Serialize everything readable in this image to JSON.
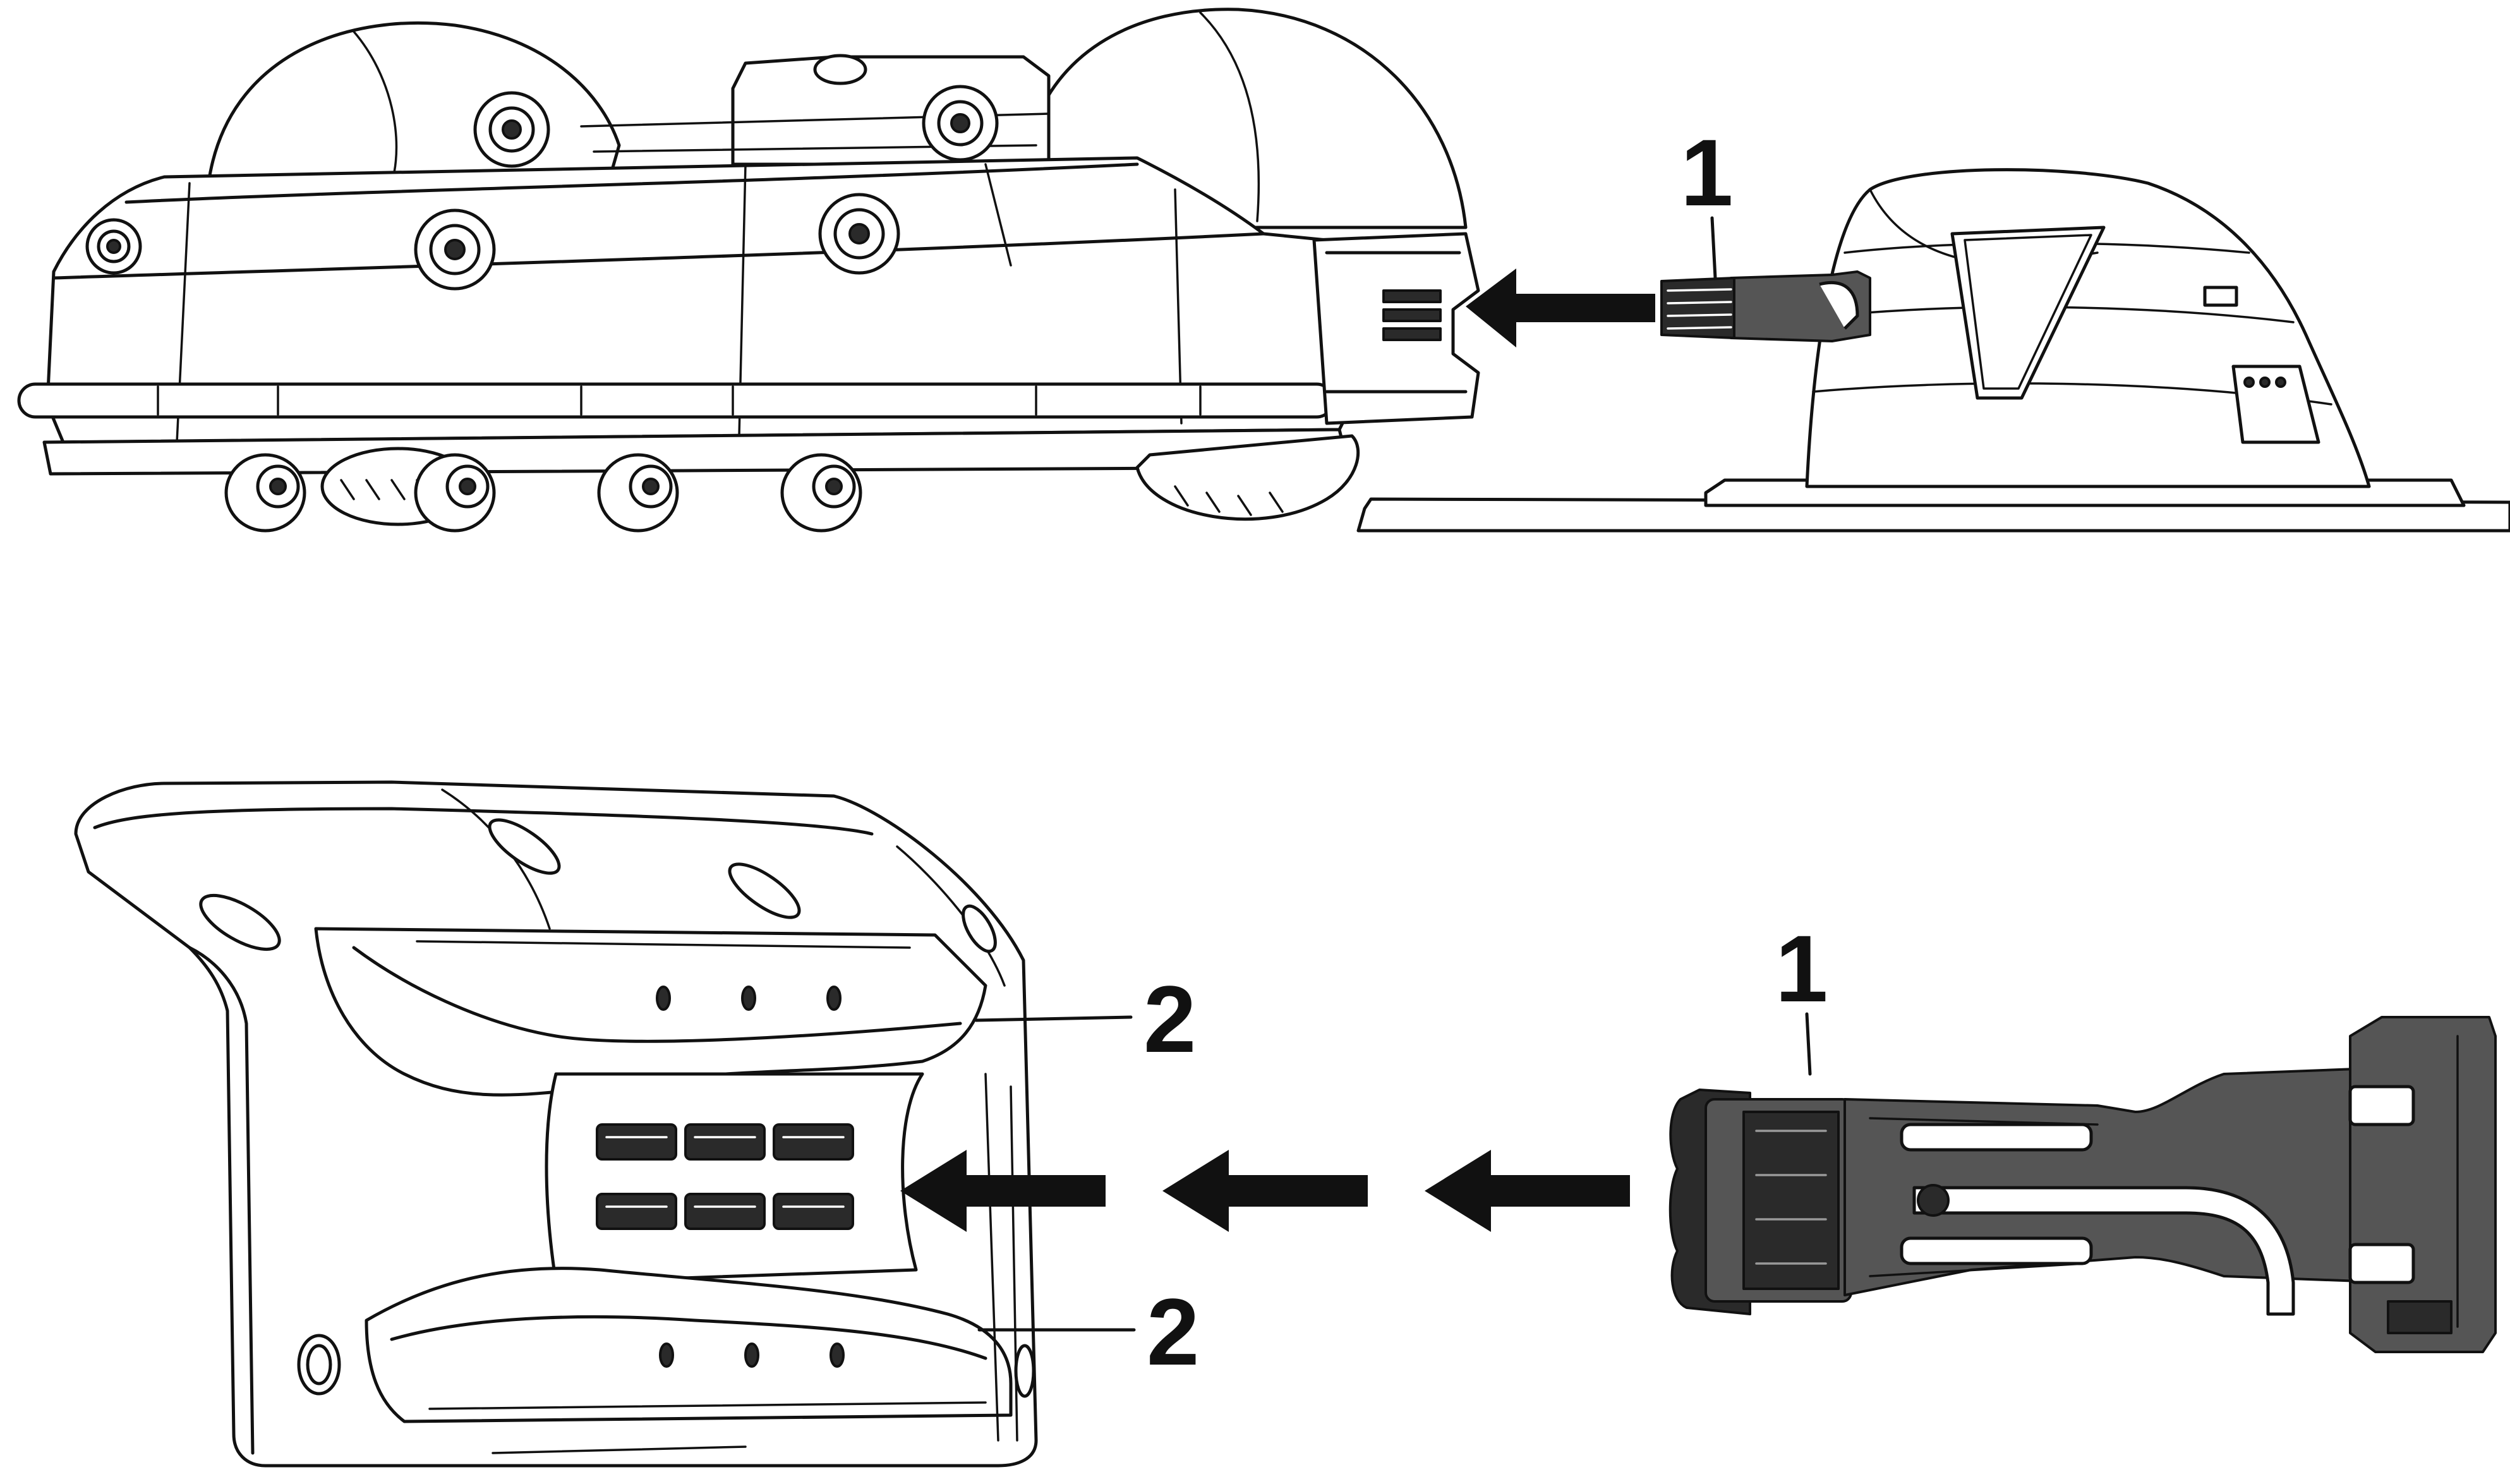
{
  "callouts": {
    "top_connector": "1",
    "bottom_connector": "1",
    "upper_contact": "2",
    "lower_contact": "2"
  },
  "colors": {
    "line": "#111111",
    "background": "#ffffff",
    "arrow": "#111111"
  }
}
